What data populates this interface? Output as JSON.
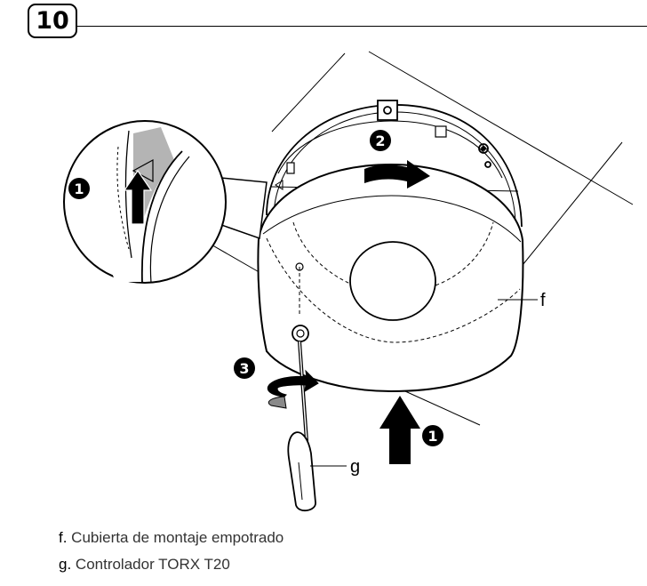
{
  "step": {
    "number": "10"
  },
  "callouts": {
    "c1": "1",
    "c2": "2",
    "c3": "3"
  },
  "parts": {
    "f": "f",
    "g": "g"
  },
  "legend": [
    {
      "key": "f.",
      "text": " Cubierta de montaje empotrado"
    },
    {
      "key": "g.",
      "text": " Controlador TORX T20"
    }
  ]
}
